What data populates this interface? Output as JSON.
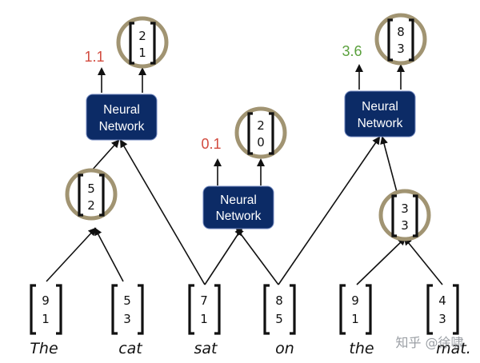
{
  "colors": {
    "ring": "#a19472",
    "neural_box": "#0c2b66",
    "score_low": "#d24b3f",
    "score_high": "#5aa03c"
  },
  "words": [
    "The",
    "cat",
    "sat",
    "on",
    "the",
    "mat."
  ],
  "leaf_vectors": [
    [
      "9",
      "1"
    ],
    [
      "5",
      "3"
    ],
    [
      "7",
      "1"
    ],
    [
      "8",
      "5"
    ],
    [
      "9",
      "1"
    ],
    [
      "4",
      "3"
    ]
  ],
  "parent_vectors": {
    "the_cat": [
      "5",
      "2"
    ],
    "the_mat": [
      "3",
      "3"
    ],
    "top_left": [
      "2",
      "1"
    ],
    "middle": [
      "2",
      "0"
    ],
    "top_right": [
      "8",
      "3"
    ]
  },
  "neural_networks": {
    "left": [
      "Neural",
      "Network"
    ],
    "middle": [
      "Neural",
      "Network"
    ],
    "right": [
      "Neural",
      "Network"
    ]
  },
  "scores": {
    "left": "1.1",
    "middle": "0.1",
    "right": "3.6"
  },
  "watermark": "知乎 @徐啸"
}
